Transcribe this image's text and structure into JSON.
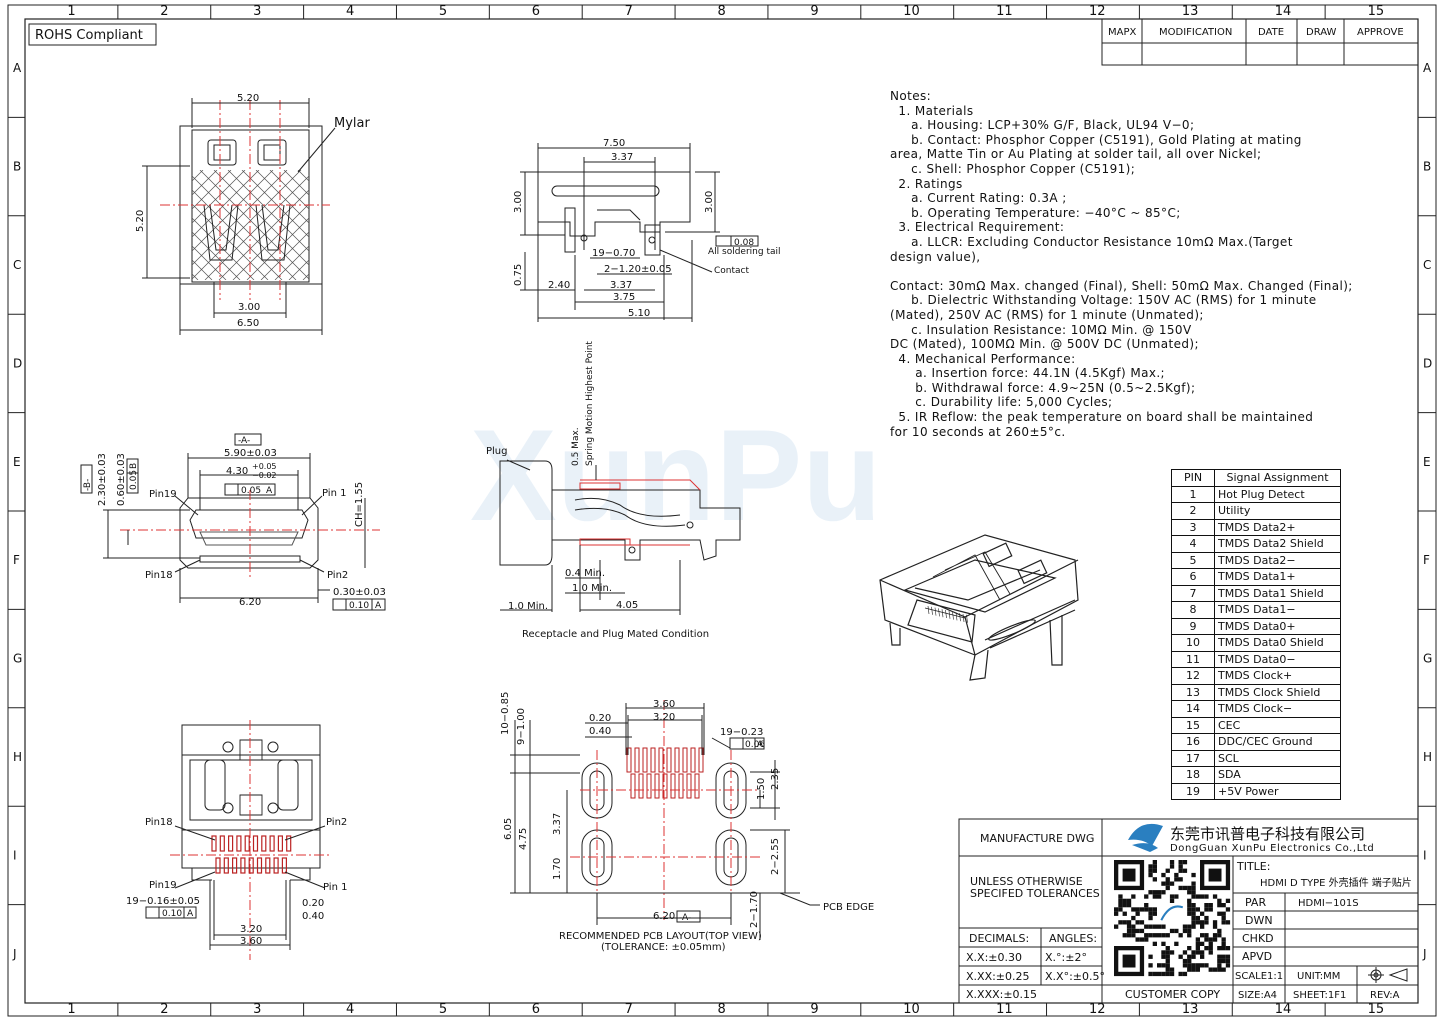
{
  "sheet": {
    "compliance": "ROHS Compliant",
    "columns": [
      "1",
      "2",
      "3",
      "4",
      "5",
      "6",
      "7",
      "8",
      "9",
      "10",
      "11",
      "12",
      "13",
      "14",
      "15"
    ],
    "rows": [
      "A",
      "B",
      "C",
      "D",
      "E",
      "F",
      "G",
      "H",
      "I",
      "J"
    ],
    "revision_headers": [
      "MAPX",
      "MODIFICATION",
      "DATE",
      "DRAW",
      "APPROVE"
    ],
    "watermark": "XunPu"
  },
  "top_view": {
    "mylar": "Mylar",
    "dim_width_top": "5.20",
    "dim_height": "5.20",
    "dim_inner": "3.00",
    "dim_width_bottom": "6.50"
  },
  "side_view": {
    "dim_750": "7.50",
    "dim_337a": "3.37",
    "dim_300a": "3.00",
    "dim_300b": "3.00",
    "tol_008": "0.08",
    "all_soldering": "All soldering tail",
    "dim_19_070": "19−0.70",
    "dim_2_120": "2−1.20±0.05",
    "contact": "Contact",
    "dim_075": "0.75",
    "dim_240": "2.40",
    "dim_337b": "3.37",
    "dim_375": "3.75",
    "dim_510": "5.10"
  },
  "front_view": {
    "datum_a": "-A-",
    "datum_b": "-B-",
    "dim_590": "5.90±0.03",
    "dim_430": "4.30",
    "dim_430_tol_up": "+0.05",
    "dim_430_tol_dn": "−0.02",
    "tol_005a": "0.05",
    "tol_005a_ref": "A",
    "dim_230": "2.30±0.03",
    "dim_060": "0.60±0.03",
    "tol_005b": "0.05",
    "tol_005b_ref": "B",
    "pin19": "Pin19",
    "pin1": "Pin 1",
    "pin18": "Pin18",
    "pin2": "Pin2",
    "ch": "CH=1.55",
    "dim_620": "6.20",
    "dim_030": "0.30±0.03",
    "tol_010": "0.10",
    "tol_010_ref": "A"
  },
  "mated_view": {
    "plug": "Plug",
    "spring": "Spring Motion Highest Point",
    "max05": "0.5 Max.",
    "min04": "0.4 Min.",
    "min10a": "1.0 Min.",
    "min10b": "1.0 Min.",
    "dim_405": "4.05",
    "caption": "Receptacle and Plug Mated Condition"
  },
  "bottom_view": {
    "pin18": "Pin18",
    "pin2": "Pin2",
    "pin19": "Pin19",
    "pin1": "Pin 1",
    "dim_19_016": "19−0.16±0.05",
    "tol_010": "0.10",
    "tol_010_ref": "A",
    "dim_020": "0.20",
    "dim_040": "0.40",
    "dim_320": "3.20",
    "dim_360": "3.60"
  },
  "pcb_layout": {
    "dim_10_085": "10−0.85",
    "dim_9_100": "9−1.00",
    "dim_360": "3.60",
    "dim_320": "3.20",
    "dim_020": "0.20",
    "dim_040": "0.40",
    "dim_19_023": "19−0.23",
    "tol_006": "0.06",
    "tol_006_ref": "A",
    "dim_235": "2.35",
    "dim_150": "1.50",
    "dim_605": "6.05",
    "dim_475": "4.75",
    "dim_337": "3.37",
    "dim_170": "1.70",
    "dim_2_255": "2−2.55",
    "dim_2_170": "2−1.70",
    "dim_620": "6.20",
    "datum_a": "-A-",
    "pcb_edge": "PCB EDGE",
    "caption1": "RECOMMENDED PCB LAYOUT(TOP VIEW)",
    "caption2": "(TOLERANCE: ±0.05mm)"
  },
  "notes": [
    "Notes:",
    "  1. Materials",
    "     a. Housing: LCP+30% G/F, Black, UL94 V−0;",
    "     b. Contact: Phosphor Copper (C5191), Gold Plating at mating",
    "area, Matte Tin or Au Plating at solder tail, all over Nickel;",
    "     c. Shell: Phosphor Copper (C5191);",
    "  2. Ratings",
    "     a. Current Rating: 0.3A ;",
    "     b. Operating Temperature: −40°C ~ 85°C;",
    "  3. Electrical Requirement:",
    "     a. LLCR: Excluding Conductor Resistance 10mΩ Max.(Target",
    "design value),",
    "",
    "Contact: 30mΩ Max. changed (Final), Shell: 50mΩ Max. Changed (Final);",
    "     b. Dielectric Withstanding Voltage: 150V AC (RMS) for 1 minute",
    "(Mated), 250V AC (RMS) for 1 minute (Unmated);",
    "     c. Insulation Resistance: 10MΩ Min. @ 150V",
    "DC (Mated), 100MΩ Min. @ 500V DC (Unmated);",
    "  4. Mechanical Performance:",
    "      a. Insertion force: 44.1N (4.5Kgf) Max.;",
    "      b. Withdrawal force: 4.9~25N (0.5~2.5Kgf);",
    "      c. Durability life: 5,000 Cycles;",
    "  5. IR Reflow: the peak temperature on board shall be maintained",
    "for 10 seconds at 260±5°c."
  ],
  "pin_table": {
    "header": [
      "PIN",
      "Signal Assignment"
    ],
    "rows": [
      [
        "1",
        "Hot Plug Detect"
      ],
      [
        "2",
        "Utility"
      ],
      [
        "3",
        "TMDS Data2+"
      ],
      [
        "4",
        "TMDS Data2 Shield"
      ],
      [
        "5",
        "TMDS Data2−"
      ],
      [
        "6",
        "TMDS Data1+"
      ],
      [
        "7",
        "TMDS Data1 Shield"
      ],
      [
        "8",
        "TMDS Data1−"
      ],
      [
        "9",
        "TMDS Data0+"
      ],
      [
        "10",
        "TMDS Data0 Shield"
      ],
      [
        "11",
        "TMDS Data0−"
      ],
      [
        "12",
        "TMDS Clock+"
      ],
      [
        "13",
        "TMDS Clock Shield"
      ],
      [
        "14",
        "TMDS Clock−"
      ],
      [
        "15",
        "CEC"
      ],
      [
        "16",
        "DDC/CEC Ground"
      ],
      [
        "17",
        "SCL"
      ],
      [
        "18",
        "SDA"
      ],
      [
        "19",
        "+5V Power"
      ]
    ]
  },
  "title_block": {
    "manufacture_dwg": "MANUFACTURE DWG",
    "company_cn": "东莞市讯普电子科技有限公司",
    "company_en": "DongGuan XunPu Electronics Co.,Ltd",
    "unless1": "UNLESS OTHERWISE",
    "unless2": "SPECIFED TOLERANCES",
    "title_label": "TITLE:",
    "title_value": "HDMI D TYPE 外壳插件  端子贴片",
    "decimals": "DECIMALS:",
    "angles": "ANGLES:",
    "tol1": "X.X:±0.30",
    "tol2": "X.XX:±0.25",
    "tol3": "X.XXX:±0.15",
    "ang1": "X.°:±2°",
    "ang2": "X.X°:±0.5°",
    "par": "PAR",
    "par_value": "HDMI−101S",
    "dwn": "DWN",
    "chkd": "CHKD",
    "apvd": "APVD",
    "scale": "SCALE1:1",
    "unit": "UNIT:MM",
    "customer_copy": "CUSTOMER COPY",
    "size": "SIZE:A4",
    "sheet": "SHEET:1F1",
    "rev": "REV:A"
  }
}
